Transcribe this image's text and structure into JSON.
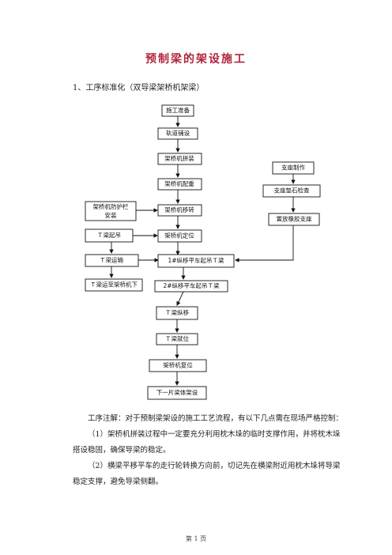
{
  "title": "预制梁的架设施工",
  "section_heading": "1、工序标准化（双导梁架桥机架梁）",
  "flowchart": {
    "nodes": [
      {
        "id": "n1",
        "label": "施工准备"
      },
      {
        "id": "n2",
        "label": "轨道铺设"
      },
      {
        "id": "n3",
        "label": "架桥机拼装"
      },
      {
        "id": "n4",
        "label": "架桥机配重"
      },
      {
        "id": "n5",
        "label": "架桥机移转"
      },
      {
        "id": "n6",
        "label": "架桥机定位"
      },
      {
        "id": "n7",
        "label": "1#纵移平车起吊Ｔ梁"
      },
      {
        "id": "n8",
        "label": "2#纵移平车起吊Ｔ梁"
      },
      {
        "id": "n9",
        "label": "Ｔ梁纵移"
      },
      {
        "id": "n10",
        "label": "Ｔ梁就位"
      },
      {
        "id": "n11",
        "label": "架桥机复位"
      },
      {
        "id": "n12",
        "label": "下一片梁体架设"
      },
      {
        "id": "l1",
        "label": "架桥机防护栏",
        "label2": "安装"
      },
      {
        "id": "l2",
        "label": "Ｔ梁起吊"
      },
      {
        "id": "l3",
        "label": "Ｔ梁运输"
      },
      {
        "id": "l4",
        "label": "Ｔ梁运至架桥机下"
      },
      {
        "id": "r1",
        "label": "支座制作"
      },
      {
        "id": "r2",
        "label": "支座垫石检查"
      },
      {
        "id": "r3",
        "label": "置放橡胶支座"
      }
    ]
  },
  "notes": {
    "intro": "工序注解：对于预制梁架设的施工工艺流程，有以下几点需在现场严格控制：",
    "items": [
      "（1）架桥机拼装过程中一定要充分利用枕木垛的临时支撑作用，并将枕木垛搭设稳固，确保导梁的稳定。",
      "（2）横梁平移平车的走行轮转换方向前，切记先在横梁附近用枕木垛将导梁稳定支撑，避免导梁侧翻。"
    ]
  },
  "footer": "第 1 页"
}
